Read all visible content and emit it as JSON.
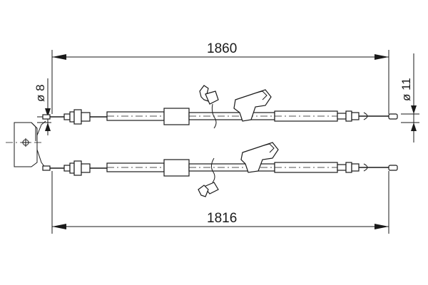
{
  "dimensions": {
    "top_length": "1860",
    "bottom_length": "1816",
    "left_diameter": "ø 8",
    "right_diameter": "ø 11"
  }
}
